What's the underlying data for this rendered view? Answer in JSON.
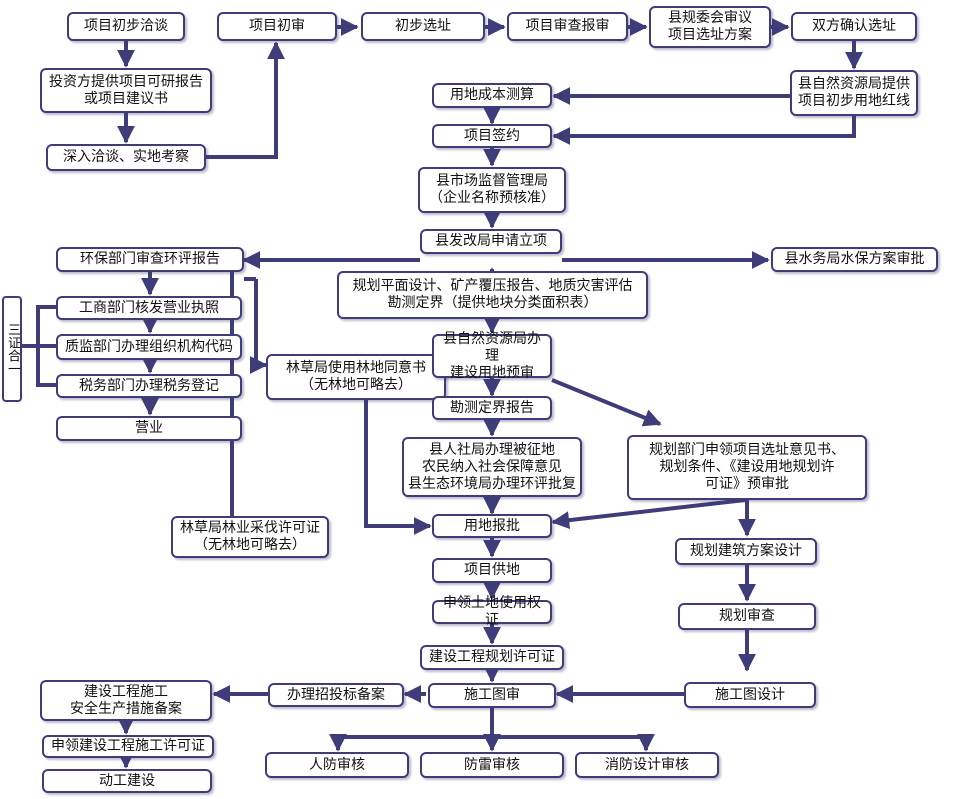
{
  "colors": {
    "line": "#3e3d7a",
    "box_border": "#3e3d7a",
    "text": "#111111",
    "background": "#ffffff"
  },
  "nodes": {
    "n_negotiate": "项目初步洽谈",
    "n_report": "投资方提供项目可研报告\n或项目建议书",
    "n_survey": "深入洽谈、实地考察",
    "n_preliminary_review": "项目初审",
    "n_site_prelim": "初步选址",
    "n_review_report": "项目审查报审",
    "n_county_committee": "县规委会审议\n项目选址方案",
    "n_confirm_site": "双方确认选址",
    "n_redline": "县自然资源局提供\n项目初步用地红线",
    "n_cost_calc": "用地成本测算",
    "n_sign": "项目签约",
    "n_market_bureau": "县市场监督管理局\n（企业名称预核准）",
    "n_drc_approval": "县发改局申请立项",
    "n_env_report": "环保部门审查环评报告",
    "n_water_bureau": "县水务局水保方案审批",
    "n_planning_design": "规划平面设计、矿产覆压报告、地质灾害评估\n勘测定界（提供地块分类面积表）",
    "n_business_license": "工商部门核发营业执照",
    "n_org_code": "质监部门办理组织机构代码",
    "n_tax_reg": "税务部门办理税务登记",
    "n_operate": "营业",
    "n_forest_consent": "林草局使用林地同意书\n（无林地可略去）",
    "n_land_pre_review": "县自然资源局办理\n建设用地预审",
    "n_survey_report": "勘测定界报告",
    "n_social_security": "县人社局办理被征地\n农民纳入社会保障意见\n县生态环境局办理环评批复",
    "n_planning_opinion": "规划部门申领项目选址意见书、\n规划条件、《建设用地规划许\n可证》预审批",
    "n_forest_logging": "林草局林业采伐许可证\n（无林地可略去）",
    "n_land_approval": "用地报批",
    "n_arch_design": "规划建筑方案设计",
    "n_land_supply": "项目供地",
    "n_plan_review": "规划审查",
    "n_land_cert": "申领土地使用权证",
    "n_build_permit": "建设工程规划许可证",
    "n_safety_filing": "建设工程施工\n安全生产措施备案",
    "n_bidding": "办理招投标备案",
    "n_drawing_review": "施工图审",
    "n_drawing_design": "施工图设计",
    "n_construction_permit": "申领建设工程施工许可证",
    "n_air_defense": "人防审核",
    "n_lightning": "防雷审核",
    "n_fire": "消防设计审核",
    "n_start": "动工建设"
  },
  "side_label": "三证合一"
}
